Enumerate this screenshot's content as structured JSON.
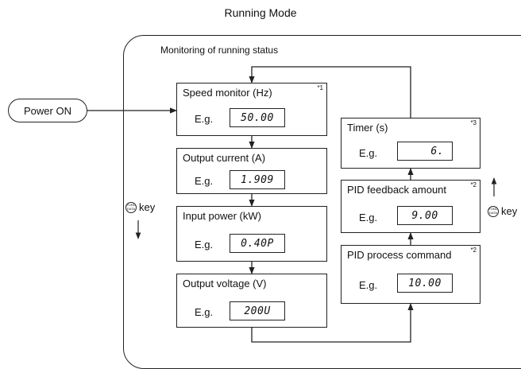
{
  "title": "Running Mode",
  "frame_label": "Monitoring of running status",
  "power_on": "Power ON",
  "eg_label": "E.g.",
  "key_label": "key",
  "key_icon_text": "FUNC DATA",
  "left_column": [
    {
      "label": "Speed monitor (Hz)",
      "display": "50.00",
      "note": "*1"
    },
    {
      "label": "Output current (A)",
      "display": "1.909",
      "note": ""
    },
    {
      "label": "Input power (kW)",
      "display": "0.40P",
      "note": ""
    },
    {
      "label": "Output voltage (V)",
      "display": "200U",
      "note": ""
    }
  ],
  "right_column": [
    {
      "label": "Timer (s)",
      "display": "6.",
      "note": "*3"
    },
    {
      "label": "PID feedback amount",
      "display": "9.00",
      "note": "*2"
    },
    {
      "label": "PID process command",
      "display": "10.00",
      "note": "*2"
    }
  ]
}
